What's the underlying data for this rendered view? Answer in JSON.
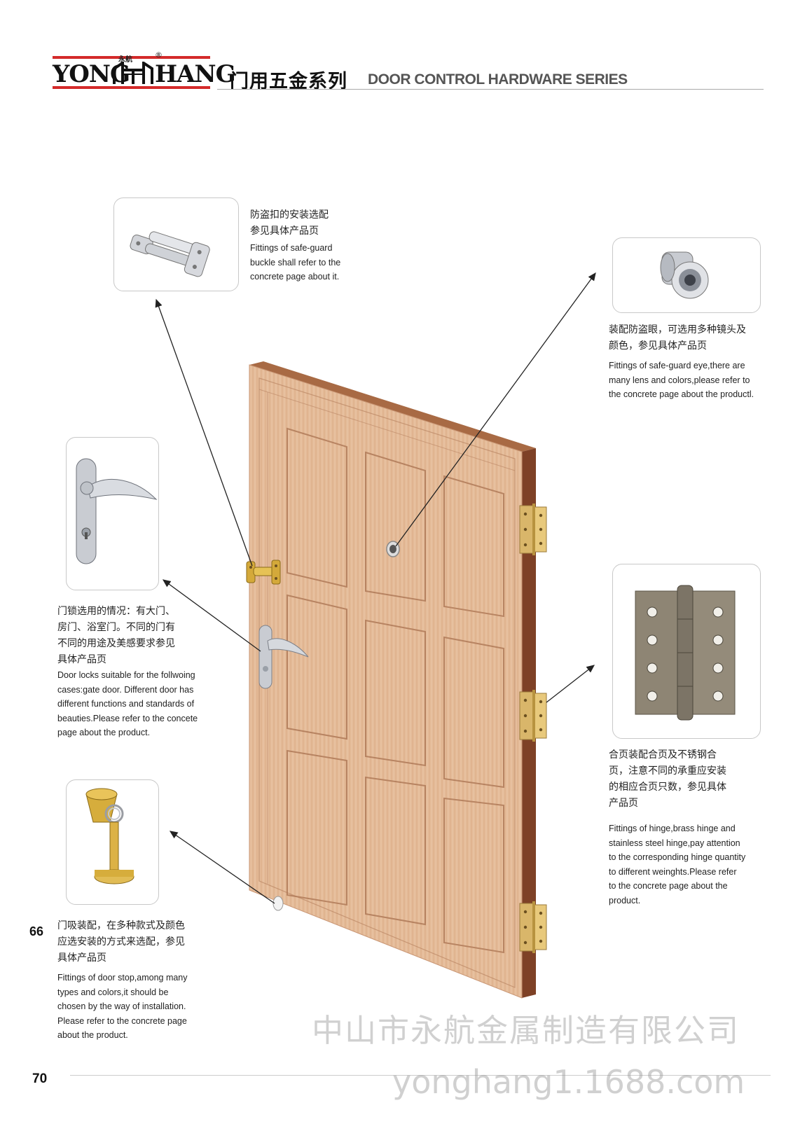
{
  "header": {
    "logo_left": "YONG",
    "logo_right": "HANG",
    "logo_small": "永航",
    "registered": "®",
    "title_cn": "门用五金系列",
    "title_en": "DOOR CONTROL HARDWARE SERIES"
  },
  "callouts": {
    "safeguard_buckle": {
      "cn_lines": [
        "防盗扣的安装选配",
        "参见具体产品页"
      ],
      "en_lines": [
        "Fittings of safe-guard",
        "buckle shall refer to the",
        "concrete page about it."
      ]
    },
    "safeguard_eye": {
      "cn_lines": [
        "装配防盗眼，可选用多种镜头及",
        "颜色，参见具体产品页"
      ],
      "en_lines": [
        "Fittings of safe-guard eye,there are",
        "many lens and colors,please refer to",
        "the concrete page about  the productl."
      ]
    },
    "door_lock": {
      "cn_lines": [
        "门锁选用的情况：有大门、",
        "房门、浴室门。不同的门有",
        "不同的用途及美感要求参见",
        "具体产品页"
      ],
      "en_lines": [
        "Door locks suitable for the follwoing",
        "cases:gate door. Different door has",
        "different functions and standards of",
        "beauties.Please refer to the concete",
        "page about the product."
      ]
    },
    "hinge": {
      "cn_lines": [
        "合页装配合页及不锈钢合",
        "页，注意不同的承重应安装",
        "的相应合页只数，参见具体",
        "产品页"
      ],
      "en_lines": [
        "Fittings of hinge,brass hinge and",
        "stainless steel hinge,pay attention",
        "to the corresponding hinge quantity",
        "to different weinghts.Please refer",
        "to the concrete page about the",
        "product."
      ]
    },
    "door_stop": {
      "cn_lines": [
        "门吸装配，在多种款式及颜色",
        "应选安装的方式来选配，参见",
        "具体产品页"
      ],
      "en_lines": [
        "Fittings of door stop,among many",
        "types and colors,it should be",
        "chosen by the way of installation.",
        "Please refer to the concrete page",
        "about the product."
      ]
    }
  },
  "page_numbers": {
    "inner": "66",
    "outer": "70"
  },
  "watermark": {
    "company": "中山市永航金属制造有限公司",
    "url": "yonghang1.1688.com"
  },
  "colors": {
    "brand_red": "#d42a2a",
    "door_wood": "#e2b896",
    "door_edge": "#8a4a2c"
  }
}
